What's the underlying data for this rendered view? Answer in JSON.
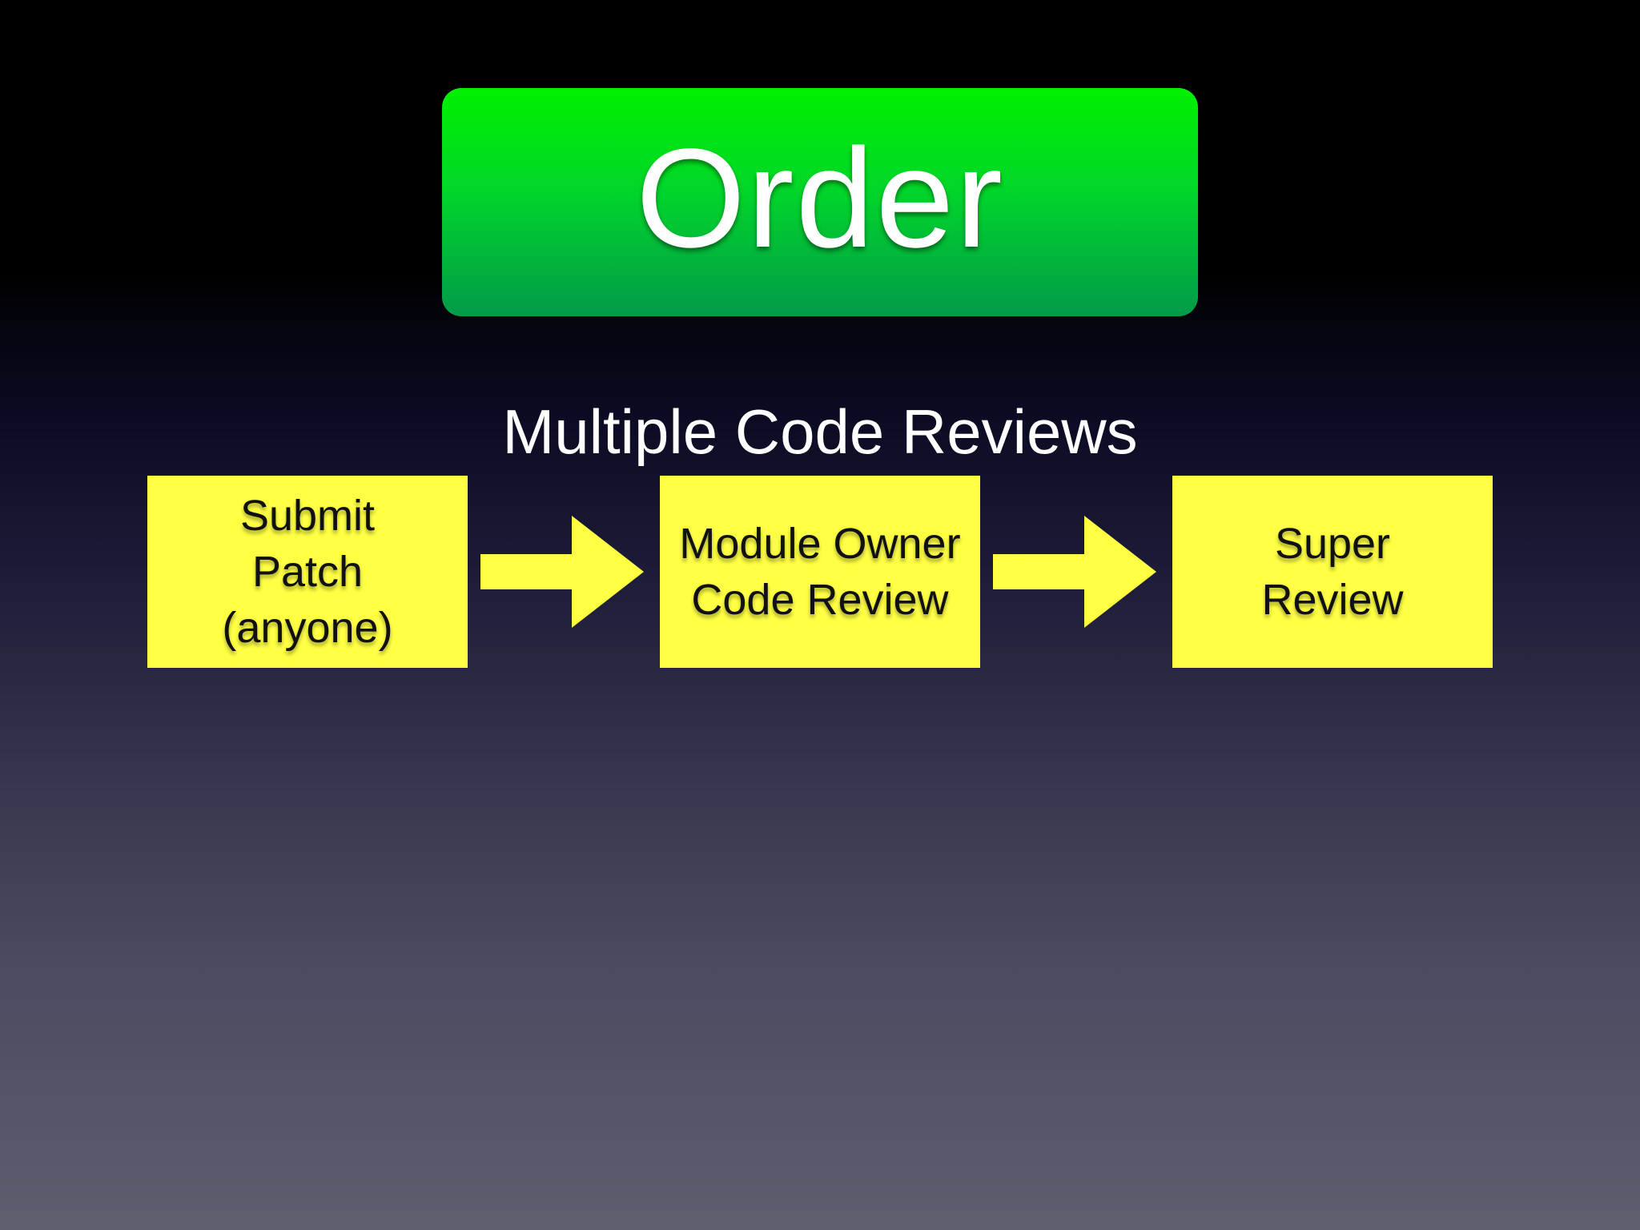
{
  "slide": {
    "title": "Order",
    "subtitle": "Multiple Code Reviews",
    "steps": [
      {
        "label": "Submit\nPatch\n(anyone)"
      },
      {
        "label": "Module Owner\nCode Review"
      },
      {
        "label": "Super\nReview"
      }
    ]
  },
  "colors": {
    "title_box": "#00d62a",
    "step_box": "#ffff44",
    "arrow": "#ffff44",
    "title_text": "#ffffff",
    "subtitle_text": "#ffffff",
    "step_text": "#111111"
  },
  "icons": {
    "connector": "right-arrow-icon"
  }
}
